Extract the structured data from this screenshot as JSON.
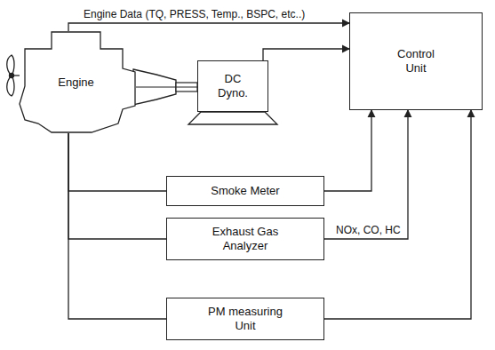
{
  "diagram": {
    "nodes": [
      {
        "text": [
          "Engine"
        ]
      },
      {
        "text": [
          "DC Dyno."
        ]
      },
      {
        "text": [
          "Control Unit"
        ]
      },
      {
        "text": [
          "Smoke Meter"
        ]
      },
      {
        "text": [
          "Exhaust Gas Analyzer"
        ]
      },
      {
        "text": [
          "PM measuring Unit"
        ]
      }
    ],
    "edges": [
      {
        "from": 0,
        "to": 2,
        "label": "Engine Data (TQ, PRESS, Temp., BSPC, etc..)",
        "arrow": "to"
      },
      {
        "from": 1,
        "to": 2,
        "arrow": "to"
      },
      {
        "from": 0,
        "to": 1,
        "arrow": "none"
      },
      {
        "from": 0,
        "to": 3,
        "arrow": "none"
      },
      {
        "from": 0,
        "to": 4,
        "arrow": "none"
      },
      {
        "from": 0,
        "to": 5,
        "arrow": "none"
      },
      {
        "from": 3,
        "to": 2,
        "arrow": "to"
      },
      {
        "from": 4,
        "to": 2,
        "label": "NOx, CO, HC",
        "arrow": "to"
      },
      {
        "from": 5,
        "to": 2,
        "arrow": "to"
      }
    ]
  }
}
